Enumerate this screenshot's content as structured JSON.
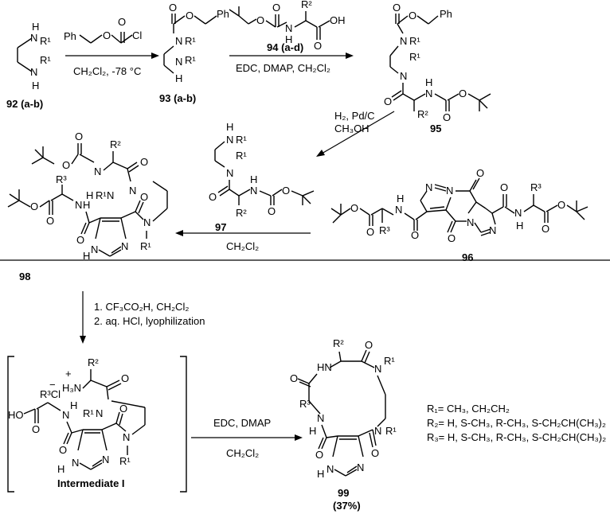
{
  "compounds": {
    "c92": "92 (a-b)",
    "c93": "93 (a-b)",
    "c94": "94 (a-d)",
    "c95": "95",
    "c96": "96",
    "c97": "97",
    "c98": "98",
    "c99": "99",
    "c99_yield": "(37%)",
    "intermediate": "Intermediate I"
  },
  "reagents": {
    "step1_line1": "CH₂Cl₂, -78 °C",
    "step2_line1": "EDC, DMAP, CH₂Cl₂",
    "step3_line1": "H₂, Pd/C",
    "step3_line2": "CH₃OH",
    "step4_line1": "CH₂Cl₂",
    "step5_line1": "1. CF₃CO₂H, CH₂Cl₂",
    "step5_line2": "2. aq. HCl, lyophilization",
    "step6_line1": "EDC, DMAP",
    "step6_line2": "CH₂Cl₂"
  },
  "substituents": {
    "r1": "R₁= CH₃, CH₂CH₂",
    "r2": "R₂= H, S-CH₃, R-CH₃, S-CH₂CH(CH₃)₂",
    "r3": "R₃= H, S-CH₃, R-CH₃, S-CH₂CH(CH₃)₂"
  },
  "atoms": {
    "N": "N",
    "H": "H",
    "O": "O",
    "Cl": "Cl",
    "Ph": "Ph",
    "OH": "OH",
    "HO": "HO",
    "R1": "R¹",
    "R2": "R²",
    "R3": "R³",
    "NH": "NH",
    "HN": "HN",
    "H3N": "H₃N",
    "R3Cl": "R³Cl",
    "plus": "+",
    "minus": "−"
  }
}
